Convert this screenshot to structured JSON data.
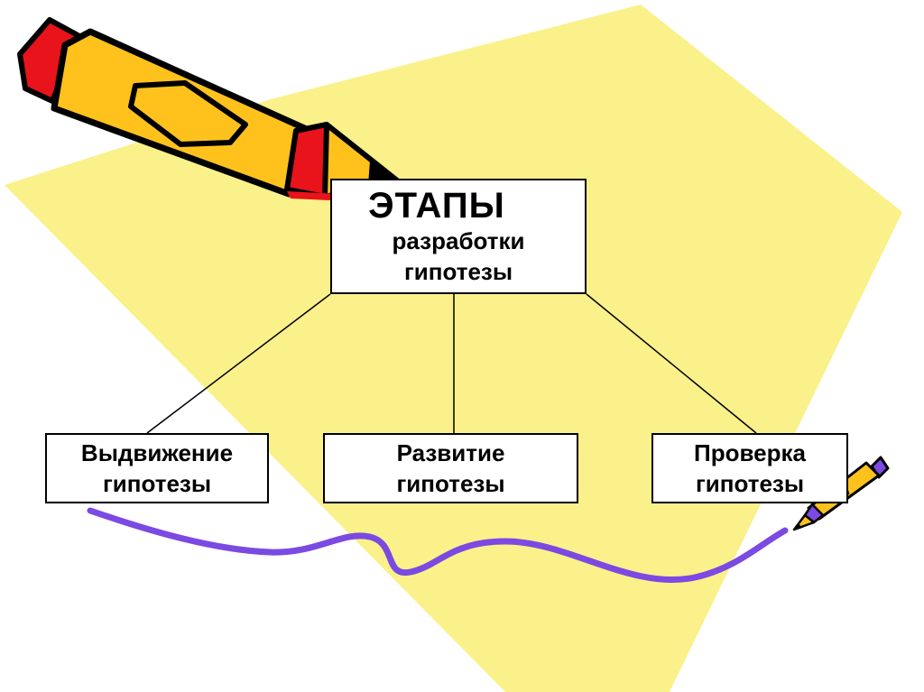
{
  "diagram": {
    "root": {
      "title": "ЭТАПЫ",
      "line1": "разработки",
      "line2": "гипотезы"
    },
    "children": [
      {
        "line1": "Выдвижение",
        "line2": "гипотезы"
      },
      {
        "line1": "Развитие",
        "line2": "гипотезы"
      },
      {
        "line1": "Проверка",
        "line2": "гипотезы"
      }
    ]
  },
  "colors": {
    "background": "#ffffff",
    "yellow_paper": "#faf18a",
    "pencil_body": "#ffc21c",
    "pencil_red": "#e8131b",
    "outline": "#000000",
    "squiggle": "#7b4ae2",
    "small_pencil_tip": "#7b4ae2"
  },
  "icons": {
    "large": "pencil-icon",
    "small": "pencil-icon"
  }
}
